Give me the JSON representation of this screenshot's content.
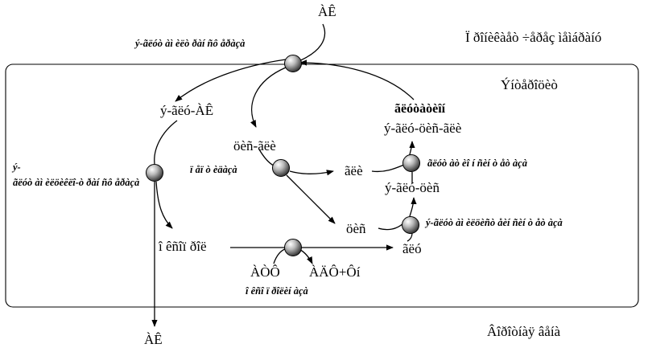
{
  "title_area": {
    "top_right": "Ï ðîíèêàåò ÷åðåç ìåìáðàíó",
    "inside_right": "Ýíòåðîöèò",
    "bottom_right": "Âîðîòíàÿ âåíà"
  },
  "nodes": {
    "ak_top": "ÀÊ",
    "ak_bottom": "ÀÊ",
    "acyl_ak": "ý-ãëó-ÀÊ",
    "cys_gly": "öèñ-ãëè",
    "gly": "ãëè",
    "acyl_cys_gly": "ý-ãëó-öèñ-ãëè",
    "acyl_cys": "ý-ãëó-öèñ",
    "cys": "öèñ",
    "glu": "ãëó",
    "oxoproline": "î êñîï ðîë",
    "glutathione": "ãëóòàòèîí",
    "atp": "ÀÒÔ",
    "adp_pn": "ÀÄÔ+Ôí"
  },
  "enzymes": {
    "transferase": "ý-ãëóò àì èëò ðàí ñô åðàçà",
    "cyclotransferase": "ý-ãëóò àì èëöèêëî-ò ðàí ñô åðàçà",
    "dipeptidase": "ï åï ò èäàçà",
    "synthetase": "ãëóò àò èî í ñèí ò åò àçà",
    "cysteinyl_synthetase": "ý-ãëóò àì èëöèñò åèí ñèí ò åò àçà",
    "oxoprolinase": "î êñî ï ðîëèí àçà"
  },
  "colors": {
    "line": "#000000",
    "node_fill": "#b0b0b0",
    "background": "#ffffff"
  }
}
